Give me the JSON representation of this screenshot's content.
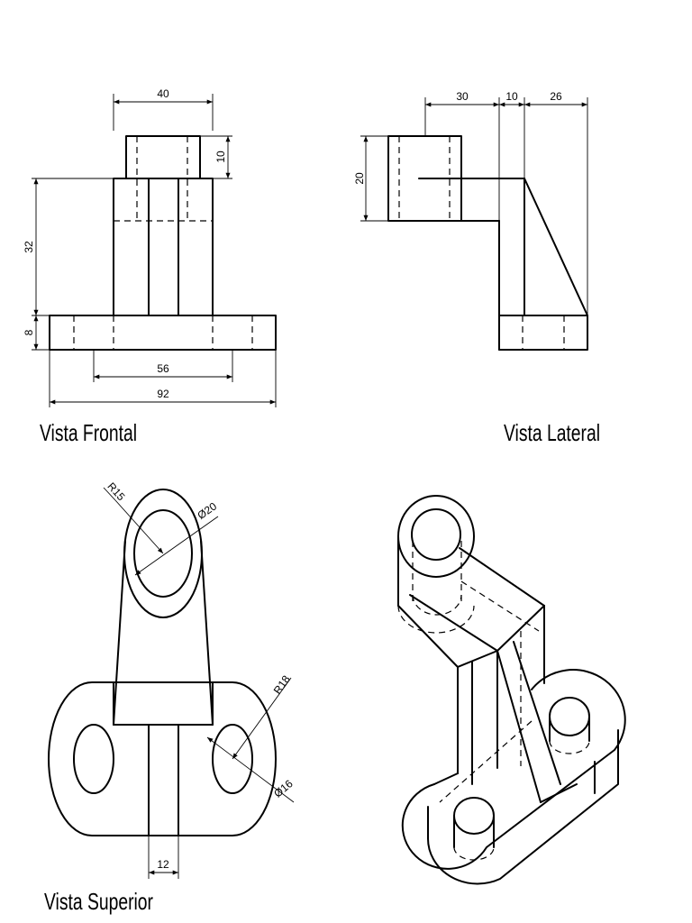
{
  "views": {
    "front": {
      "caption": "Vista Frontal"
    },
    "side": {
      "caption": "Vista Lateral"
    },
    "top": {
      "caption": "Vista Superior"
    }
  },
  "dimensions": {
    "front_top_width": "40",
    "front_boss_height": "10",
    "front_column_height": "32",
    "front_base_height": "8",
    "front_hole_spacing": "56",
    "front_base_width": "92",
    "side_boss_width": "30",
    "side_web_thickness": "10",
    "side_rib_width": "26",
    "side_boss_height": "20",
    "top_boss_radius": "R15",
    "top_boss_hole": "Ø20",
    "top_end_radius": "R18",
    "top_end_hole": "Ø16",
    "top_web_thickness": "12"
  }
}
